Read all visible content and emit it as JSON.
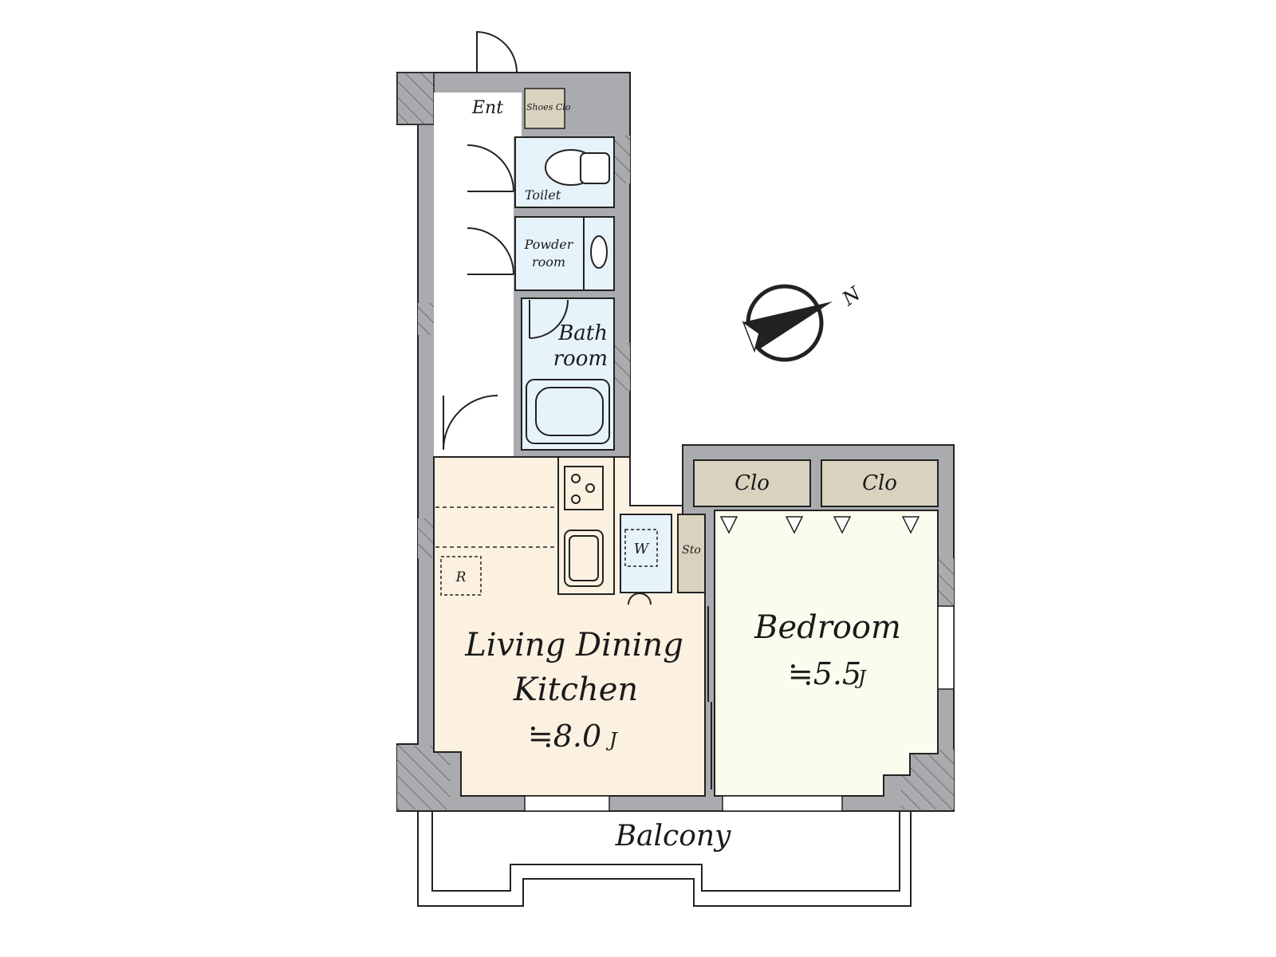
{
  "colors": {
    "wall": "#a9abae",
    "ldk_floor": "#fcf1e0",
    "bedroom_floor": "#fcfcee",
    "wet_floor": "#e6f3fb",
    "closet_fill": "#d9d2bf",
    "line": "#222222"
  },
  "rooms": {
    "entrance": "Ent",
    "shoes_closet": "Shoes Clo",
    "toilet": "Toilet",
    "powder_line1": "Powder",
    "powder_line2": "room",
    "bath_line1": "Bath",
    "bath_line2": "room",
    "refrigerator": "R",
    "washer": "W",
    "storage": "Sto",
    "closet_1": "Clo",
    "closet_2": "Clo",
    "ldk_line1": "Living Dining",
    "ldk_line2": "Kitchen",
    "ldk_size": "≒8.0",
    "ldk_unit": "J",
    "bedroom": "Bedroom",
    "bedroom_size": "≒5.5",
    "bedroom_unit": "J",
    "balcony": "Balcony"
  },
  "compass": {
    "north_label": "N",
    "icon": "north-arrow-icon"
  }
}
